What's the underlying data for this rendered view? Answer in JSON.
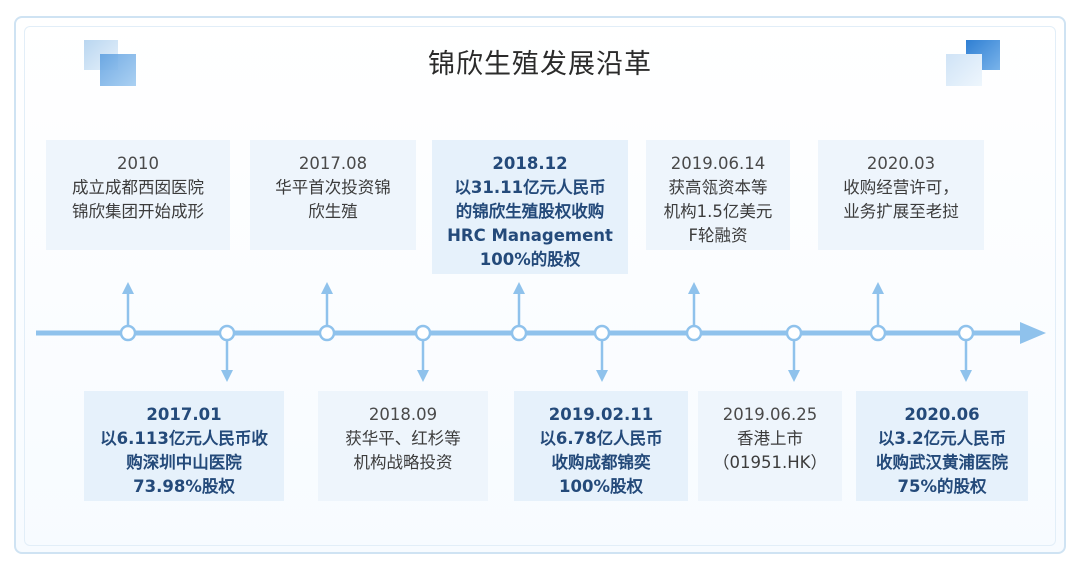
{
  "title": "锦欣生殖发展沿革",
  "accent_colors": {
    "line": "#8fc2ec",
    "box": "#eef5fc",
    "highlight_text": "#244a7a"
  },
  "events_top": [
    {
      "date": "2010",
      "lines": [
        "成立成都西囡医院",
        "锦欣集团开始成形"
      ],
      "highlight": false
    },
    {
      "date": "2017.08",
      "lines": [
        "华平首次投资锦",
        "欣生殖"
      ],
      "highlight": false
    },
    {
      "date": "2018.12",
      "lines": [
        "以31.11亿元人民币",
        "的锦欣生殖股权收购",
        "HRC Management",
        "100%的股权"
      ],
      "highlight": true
    },
    {
      "date": "2019.06.14",
      "lines": [
        "获高瓴资本等",
        "机构1.5亿美元",
        "F轮融资"
      ],
      "highlight": false
    },
    {
      "date": "2020.03",
      "lines": [
        "收购经营许可，",
        "业务扩展至老挝"
      ],
      "highlight": false
    }
  ],
  "events_bottom": [
    {
      "date": "2017.01",
      "lines": [
        "以6.113亿元人民币收",
        "购深圳中山医院",
        "73.98%股权"
      ],
      "highlight": true
    },
    {
      "date": "2018.09",
      "lines": [
        "获华平、红杉等",
        "机构战略投资"
      ],
      "highlight": false
    },
    {
      "date": "2019.02.11",
      "lines": [
        "以6.78亿人民币",
        "收购成都锦奕",
        "100%股权"
      ],
      "highlight": true
    },
    {
      "date": "2019.06.25",
      "lines": [
        "香港上市",
        "（01951.HK）"
      ],
      "highlight": false
    },
    {
      "date": "2020.06",
      "lines": [
        "以3.2亿元人民币",
        "收购武汉黄浦医院",
        "75%的股权"
      ],
      "highlight": true
    }
  ]
}
